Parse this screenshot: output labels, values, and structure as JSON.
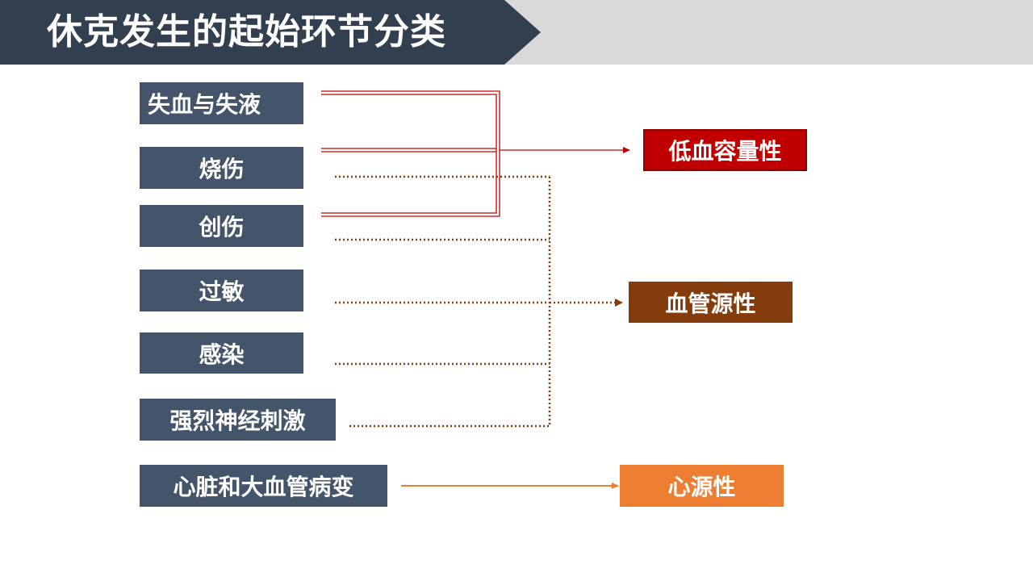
{
  "title": "休克发生的起始环节分类",
  "causes": {
    "blood_fluid_loss": "失血与失液",
    "burn": "烧伤",
    "trauma": "创伤",
    "allergy": "过敏",
    "infection": "感染",
    "nerve_stimulation": "强烈神经刺激",
    "heart_vessel_disease": "心脏和大血管病变"
  },
  "categories": {
    "hypovolemic": "低血容量性",
    "vasogenic": "血管源性",
    "cardiogenic": "心源性"
  },
  "colors": {
    "header_dark": "#323f4f",
    "cause_box": "#44546a",
    "hypovolemic": "#c00000",
    "vasogenic": "#843c0c",
    "cardiogenic": "#ed7d31"
  }
}
